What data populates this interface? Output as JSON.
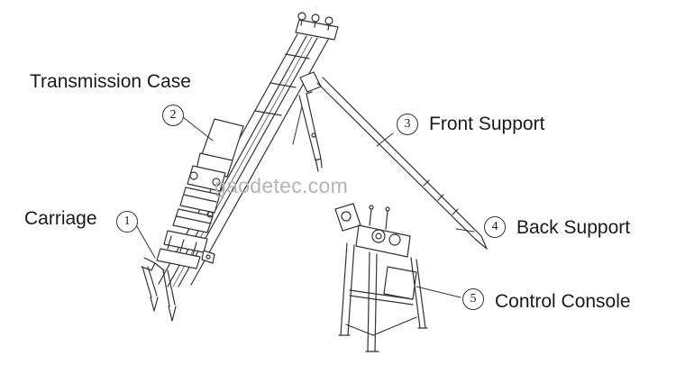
{
  "labels": {
    "transmission_case": "Transmission Case",
    "front_support": "Front Support",
    "carriage": "Carriage",
    "back_support": "Back Support",
    "control_console": "Control Console"
  },
  "numbers": {
    "carriage": "1",
    "transmission_case": "2",
    "front_support": "3",
    "back_support": "4",
    "control_console": "5"
  },
  "watermark": "gaodetec.com",
  "colors": {
    "line": "#333333",
    "text": "#1a1a1a",
    "watermark": "#b4b4b4"
  }
}
